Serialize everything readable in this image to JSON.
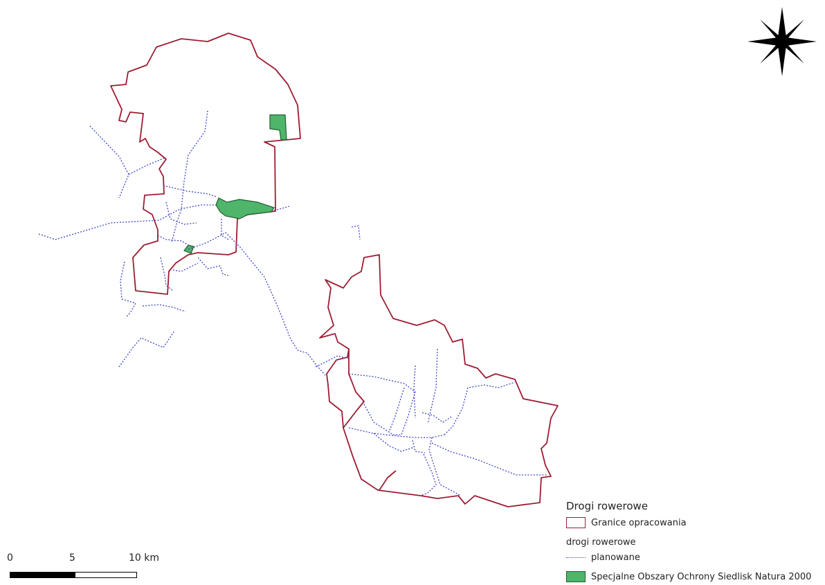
{
  "legend": {
    "title": "Drogi rowerowe",
    "boundary_label": "Granice opracowania",
    "roads_group_label": "drogi rowerowe",
    "roads_planned_label": "planowane",
    "natura_label": "Specjalne Obszary Ochrony Siedlisk Natura 2000"
  },
  "scale": {
    "labels": [
      "0",
      "5",
      "10 km"
    ]
  },
  "colors": {
    "boundary": "#9e1b32",
    "roads": "#3d45c9",
    "natura_fill": "#4fb56a",
    "natura_stroke": "#1f5d33"
  },
  "icons": {
    "north_arrow": "compass-rose-icon"
  }
}
